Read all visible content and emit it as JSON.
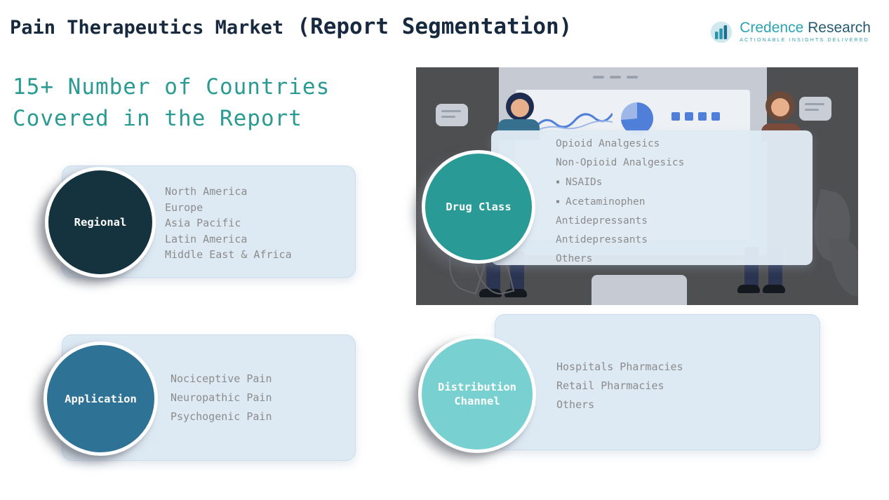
{
  "header": {
    "title": "Pain Therapeutics Market",
    "title_suffix": "(Report Segmentation)",
    "brand": {
      "name_first": "Credence",
      "name_second": "Research",
      "tagline": "Actionable Insights Delivered"
    }
  },
  "intro": {
    "line1": "15+ Number of Countries",
    "line2": "Covered in the Report"
  },
  "colors": {
    "regional_circle": "#15333f",
    "drug_class_circle": "#2a9a96",
    "application_circle": "#2e7396",
    "distribution_circle": "#79d0d0",
    "accent_teal": "#2a9b93"
  },
  "segments": {
    "regional": {
      "label": "Regional",
      "items": [
        {
          "text": "North America"
        },
        {
          "text": "Europe"
        },
        {
          "text": "Asia Pacific"
        },
        {
          "text": "Latin America"
        },
        {
          "text": "Middle East & Africa"
        }
      ]
    },
    "drug_class": {
      "label": "Drug Class",
      "items": [
        {
          "text": "Opioid Analgesics"
        },
        {
          "text": "Non-Opioid Analgesics"
        },
        {
          "text": "NSAIDs",
          "bullet": true
        },
        {
          "text": "Acetaminophen",
          "bullet": true
        },
        {
          "text": "Antidepressants"
        },
        {
          "text": "Antidepressants"
        },
        {
          "text": "Others"
        }
      ]
    },
    "application": {
      "label": "Application",
      "items": [
        {
          "text": "Nociceptive Pain"
        },
        {
          "text": "Neuropathic Pain"
        },
        {
          "text": "Psychogenic Pain"
        }
      ]
    },
    "distribution": {
      "label": "Distribution Channel",
      "items": [
        {
          "text": "Hospitals Pharmacies"
        },
        {
          "text": "Retail Pharmacies"
        },
        {
          "text": "Others"
        }
      ]
    }
  }
}
